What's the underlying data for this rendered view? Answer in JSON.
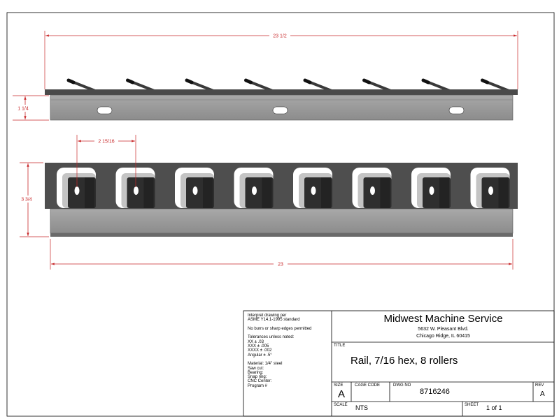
{
  "dimensions": {
    "top_length": "23 1/2",
    "top_height": "1 1/4",
    "roller_spacing": "2 15/16",
    "front_height": "3 3/4",
    "bottom_length": "23"
  },
  "notes": [
    "Interpret drawing per",
    "ASME Y14.1-1995 standard",
    "",
    "No burrs or sharp edges permitted",
    "",
    "Tolerances unless noted:",
    "XX ± .03",
    "XXX ± .005",
    "XXXX ± .002",
    "Angular ± .5°",
    "",
    "Material: 1/4\" steel",
    "Saw cut:",
    "Bearing:",
    "Snap ring:",
    "CNC Center:",
    "Program #"
  ],
  "company": {
    "name": "Midwest Machine Service",
    "address1": "5632 W. Pleasant Blvd.",
    "address2": "Chicago Ridge, IL 60415"
  },
  "title_block": {
    "title_label": "TITLE",
    "title": "Rail, 7/16 hex, 8 rollers",
    "size_label": "SIZE",
    "size": "A",
    "cage_label": "CAGE CODE",
    "cage": "",
    "dwg_label": "DWG NO",
    "dwg": "8716246",
    "rev_label": "REV",
    "rev": "A",
    "scale_label": "SCALE",
    "scale": "NTS",
    "sheet_label": "SHEET",
    "sheet": "1 of 1"
  }
}
